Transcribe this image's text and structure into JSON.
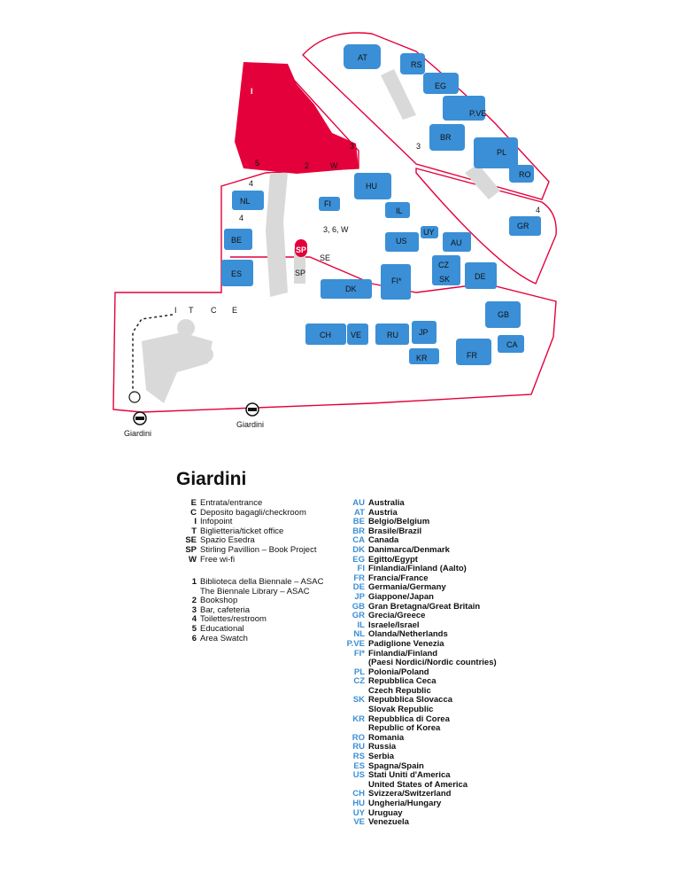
{
  "map": {
    "vaporetto_label_left": "Giardini",
    "vaporetto_label_right": "Giardini",
    "map_labels": {
      "AT": "AT",
      "RS": "RS",
      "EG": "EG",
      "PVE": "P.VE",
      "BR": "BR",
      "PL": "PL",
      "RO": "RO",
      "HU": "HU",
      "NL": "NL",
      "FI": "FI",
      "IL": "IL",
      "GR": "GR",
      "BE": "BE",
      "UY": "UY",
      "US": "US",
      "AU": "AU",
      "ES": "ES",
      "SP1": "SP",
      "SP2": "SP",
      "SE": "SE",
      "CZ": "CZ",
      "SK": "SK",
      "DE": "DE",
      "FIstar": "FI*",
      "DK": "DK",
      "GB": "GB",
      "CH": "CH",
      "VE": "VE",
      "RU": "RU",
      "JP": "JP",
      "CA": "CA",
      "FR": "FR",
      "KR": "KR",
      "I": "I",
      "T": "T",
      "C": "C",
      "E": "E",
      "I_top": "I",
      "n3a": "3",
      "n3b": "3",
      "n5": "5",
      "n2": "2",
      "W": "W",
      "n4a": "4",
      "n4b": "4",
      "n4c": "4",
      "n36W": "3, 6, W"
    }
  },
  "title": "Giardini",
  "services": [
    {
      "key": "E",
      "text": "Entrata/entrance"
    },
    {
      "key": "C",
      "text": "Deposito bagagli/checkroom"
    },
    {
      "key": "I",
      "text": "Infopoint"
    },
    {
      "key": "T",
      "text": "Biglietteria/ticket office"
    },
    {
      "key": "SE",
      "text": "Spazio Esedra"
    },
    {
      "key": "SP",
      "text": "Stirling Pavillion – Book Project"
    },
    {
      "key": "W",
      "text": "Free wi-fi"
    }
  ],
  "numbers": [
    {
      "key": "1",
      "text": "Biblioteca della Biennale – ASAC"
    },
    {
      "key": "",
      "text": "The Biennale Library – ASAC"
    },
    {
      "key": "2",
      "text": "Bookshop"
    },
    {
      "key": "3",
      "text": "Bar, cafeteria"
    },
    {
      "key": "4",
      "text": "Toilettes/restroom"
    },
    {
      "key": "5",
      "text": "Educational"
    },
    {
      "key": "6",
      "text": "Area Swatch"
    }
  ],
  "pavilions": [
    {
      "key": "AU",
      "text": "Australia"
    },
    {
      "key": "AT",
      "text": "Austria"
    },
    {
      "key": "BE",
      "text": "Belgio/Belgium"
    },
    {
      "key": "BR",
      "text": "Brasile/Brazil"
    },
    {
      "key": "CA",
      "text": "Canada"
    },
    {
      "key": "DK",
      "text": "Danimarca/Denmark"
    },
    {
      "key": "EG",
      "text": "Egitto/Egypt"
    },
    {
      "key": "FI",
      "text": "Finlandia/Finland (Aalto)"
    },
    {
      "key": "FR",
      "text": "Francia/France"
    },
    {
      "key": "DE",
      "text": "Germania/Germany"
    },
    {
      "key": "JP",
      "text": "Giappone/Japan"
    },
    {
      "key": "GB",
      "text": "Gran Bretagna/Great Britain"
    },
    {
      "key": "GR",
      "text": "Grecia/Greece"
    },
    {
      "key": "IL",
      "text": "Israele/Israel"
    },
    {
      "key": "NL",
      "text": "Olanda/Netherlands"
    },
    {
      "key": "P.VE",
      "text": "Padiglione Venezia"
    },
    {
      "key": "FI*",
      "text": "Finlandia/Finland"
    },
    {
      "key": "",
      "text": "(Paesi Nordici/Nordic countries)"
    },
    {
      "key": "PL",
      "text": "Polonia/Poland"
    },
    {
      "key": "CZ",
      "text": "Repubblica Ceca"
    },
    {
      "key": "",
      "text": "Czech Republic"
    },
    {
      "key": "SK",
      "text": "Repubblica Slovacca"
    },
    {
      "key": "",
      "text": "Slovak Republic"
    },
    {
      "key": "KR",
      "text": "Repubblica di Corea"
    },
    {
      "key": "",
      "text": "Republic of Korea"
    },
    {
      "key": "RO",
      "text": "Romania"
    },
    {
      "key": "RU",
      "text": "Russia"
    },
    {
      "key": "RS",
      "text": "Serbia"
    },
    {
      "key": "ES",
      "text": "Spagna/Spain"
    },
    {
      "key": "US",
      "text": "Stati Uniti d'America"
    },
    {
      "key": "",
      "text": "United States of America"
    },
    {
      "key": "CH",
      "text": "Svizzera/Switzerland"
    },
    {
      "key": "HU",
      "text": "Ungheria/Hungary"
    },
    {
      "key": "UY",
      "text": "Uruguay"
    },
    {
      "key": "VE",
      "text": "Venezuela"
    }
  ],
  "colors": {
    "pavilion": "#3b8fd6",
    "biennale_area": "#e4003a",
    "path": "#d9d9d9",
    "boundary": "#e4003a"
  }
}
